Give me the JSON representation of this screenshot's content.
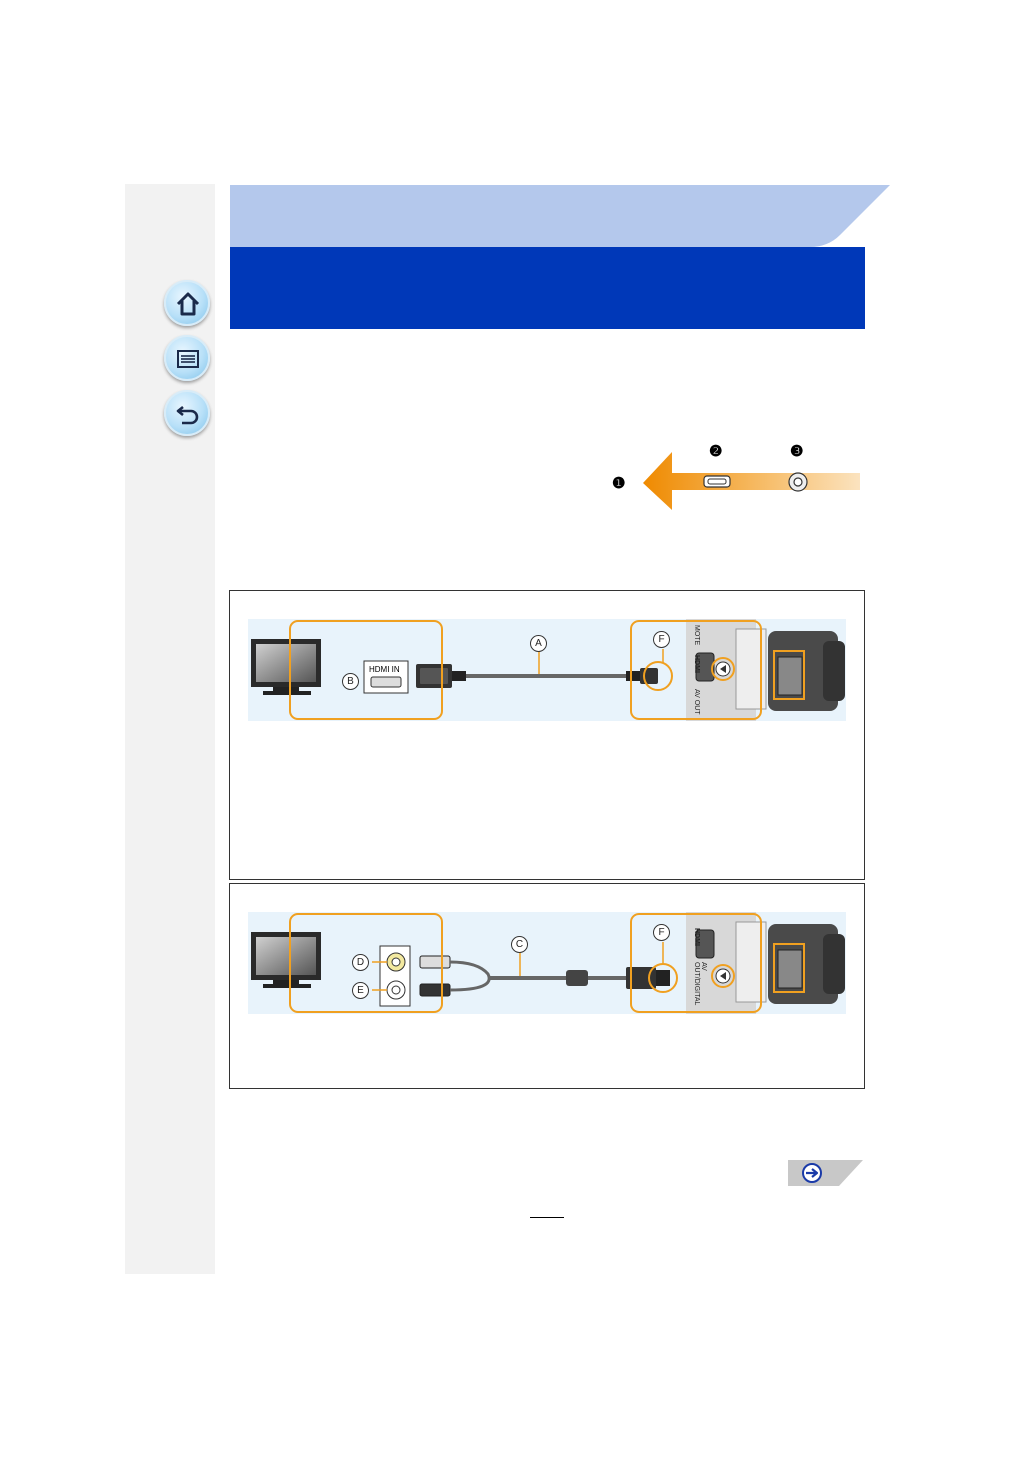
{
  "nav": {
    "home_icon": "home-icon",
    "menu_icon": "list-icon",
    "back_icon": "return-icon"
  },
  "legend": {
    "items": [
      "❶",
      "❷",
      "❸"
    ]
  },
  "diagram_hdmi": {
    "port_label": "HDMI IN",
    "labels": {
      "cable": "A",
      "tv_port": "B",
      "camera_port": "F"
    },
    "camera_port_labels": [
      "MOTE",
      "HDMI",
      "AV OUT"
    ]
  },
  "diagram_av": {
    "labels": {
      "cable": "C",
      "video_in": "D",
      "audio_in": "E",
      "camera_port": "F"
    },
    "camera_port_labels": [
      "HDMI",
      "AV OUT/DIGITAL"
    ]
  },
  "colors": {
    "header_light": "#b4c8ec",
    "header_dark": "#0038b8",
    "accent_orange": "#f0a020",
    "diagram_bg": "#e8f3fb"
  }
}
